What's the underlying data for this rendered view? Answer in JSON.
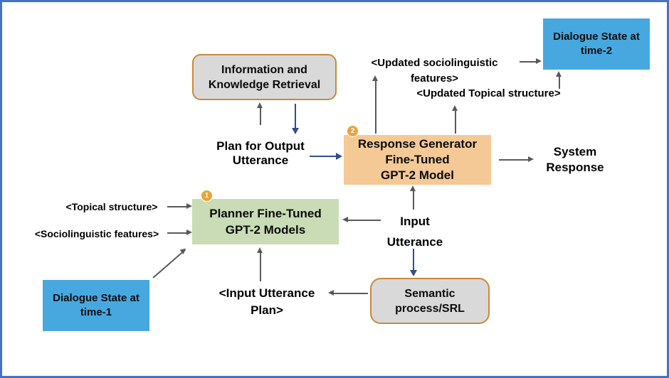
{
  "diagram": {
    "boxes": {
      "info_retrieval": {
        "label": "Information and\nKnowledge Retrieval"
      },
      "dialogue_state_2": {
        "label": "Dialogue State at\ntime-2"
      },
      "response_generator": {
        "label": "Response Generator\nFine-Tuned\nGPT-2 Model",
        "badge": "2"
      },
      "planner": {
        "label": "Planner Fine-Tuned\nGPT-2 Models",
        "badge": "1"
      },
      "dialogue_state_1": {
        "label": "Dialogue State at\ntime-1"
      },
      "semantic_process": {
        "label": "Semantic\nprocess/SRL"
      }
    },
    "labels": {
      "plan_output": "Plan for Output\nUtterance",
      "updated_sociolinguistic": "<Updated sociolinguistic\nfeatures>",
      "updated_topical": "<Updated Topical structure>",
      "system_response": "System\nResponse",
      "topical_structure": "<Topical structure>",
      "sociolinguistic_features": "<Sociolinguistic features>",
      "input_utterance": "Input\nUtterance",
      "input_utterance_plan": "<Input Utterance\nPlan>"
    },
    "colors": {
      "frame": "#4472c4",
      "frame_shadow": "#1f3864",
      "blue_box": "#47a8e0",
      "green_box": "#c9dcb5",
      "orange_box": "#f4c995",
      "gray_box": "#d9d9d9",
      "gray_box_border": "#c8893b",
      "badge": "#e8a33c",
      "arrow_gray": "#595959",
      "arrow_blue": "#2e4f8f"
    },
    "connections": [
      {
        "from": "plan_output",
        "to": "info_retrieval",
        "color": "gray"
      },
      {
        "from": "info_retrieval",
        "to": "plan_output",
        "color": "blue"
      },
      {
        "from": "plan_output",
        "to": "response_generator",
        "color": "blue"
      },
      {
        "from": "response_generator",
        "to": "system_response",
        "color": "gray"
      },
      {
        "from": "response_generator",
        "to": "updated_sociolinguistic",
        "color": "gray"
      },
      {
        "from": "response_generator",
        "to": "updated_topical",
        "color": "gray"
      },
      {
        "from": "updated_sociolinguistic",
        "to": "dialogue_state_2",
        "color": "gray"
      },
      {
        "from": "updated_topical",
        "to": "dialogue_state_2",
        "color": "gray"
      },
      {
        "from": "input_utterance",
        "to": "response_generator",
        "color": "gray"
      },
      {
        "from": "input_utterance",
        "to": "planner",
        "color": "gray"
      },
      {
        "from": "input_utterance",
        "to": "semantic_process",
        "color": "blue"
      },
      {
        "from": "semantic_process",
        "to": "input_utterance_plan",
        "color": "gray"
      },
      {
        "from": "input_utterance_plan",
        "to": "planner",
        "color": "gray"
      },
      {
        "from": "topical_structure",
        "to": "planner",
        "color": "gray"
      },
      {
        "from": "sociolinguistic_features",
        "to": "planner",
        "color": "gray"
      },
      {
        "from": "dialogue_state_1",
        "to": "planner",
        "color": "gray"
      }
    ]
  }
}
